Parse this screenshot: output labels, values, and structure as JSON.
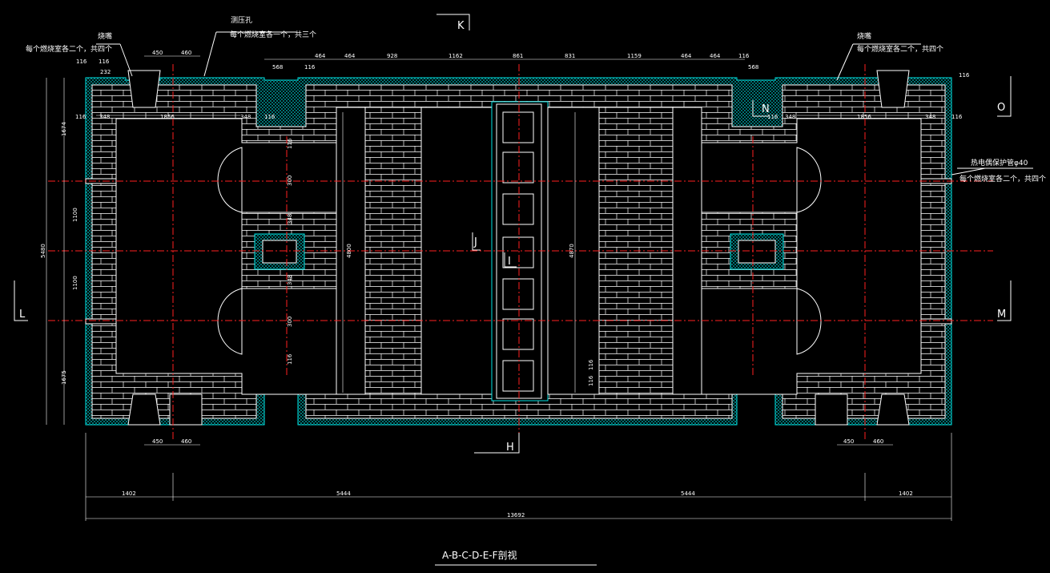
{
  "sections": {
    "K": "K",
    "L": "L",
    "M": "M",
    "N": "N",
    "O": "O",
    "H": "H",
    "J": "J",
    "I": "I"
  },
  "title": "A-B-C-D-E-F剖视",
  "notes": {
    "burner_left": "烧嘴",
    "burner_left_count": "每个燃烧室各二个，共四个",
    "pressure_hole": "测压孔",
    "pressure_hole_count": "每个燃烧室各一个，共三个",
    "burner_right": "烧嘴",
    "burner_right_count": "每个燃烧室各二个，共四个",
    "thermocouple": "热电偶保护管φ40",
    "thermocouple_count": "每个燃烧室各二个，共四个"
  },
  "dims": {
    "top": [
      "464",
      "464",
      "928",
      "1162",
      "861",
      "831",
      "1159",
      "464",
      "464"
    ],
    "top_small": [
      "116",
      "116",
      "232",
      "450",
      "460",
      "568",
      "116",
      "116",
      "568",
      "116"
    ],
    "top_right": [
      "116",
      "116",
      "348",
      "348",
      "1856",
      "116"
    ],
    "top_left": [
      "116",
      "348",
      "1856",
      "348",
      "116"
    ],
    "left_vertical": [
      "1674",
      "1100",
      "5480",
      "1100",
      "1675"
    ],
    "center_vertical": [
      "4800",
      "4870"
    ],
    "mid_small": [
      "116",
      "348",
      "348",
      "116"
    ],
    "bottom_small": [
      "450",
      "460",
      "450",
      "460"
    ],
    "bottom": [
      "1402",
      "5444",
      "5444",
      "1402"
    ],
    "total": "13692",
    "small_bottom": [
      "116",
      "116"
    ],
    "gap_vertical": [
      "300",
      "300"
    ]
  }
}
